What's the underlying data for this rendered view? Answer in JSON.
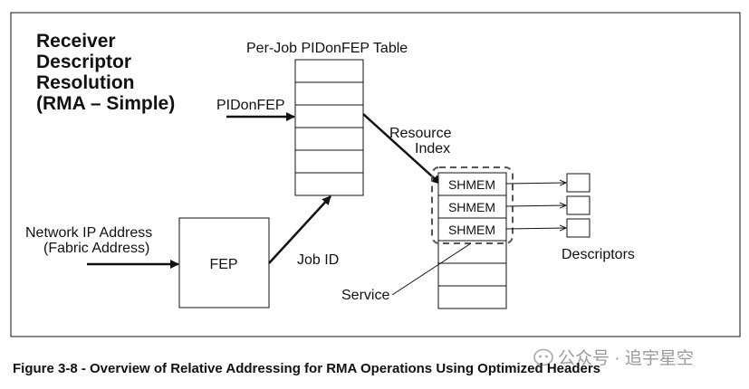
{
  "title_lines": [
    "Receiver",
    "Descriptor",
    "Resolution",
    "(RMA – Simple)"
  ],
  "table_title": "Per-Job PIDonFEP Table",
  "pidonfep_label": "PIDonFEP",
  "resource_index_lines": [
    "Resource",
    "Index"
  ],
  "network_lines": [
    "Network IP Address",
    "(Fabric Address)"
  ],
  "fep_label": "FEP",
  "job_id_label": "Job ID",
  "service_label": "Service",
  "shmem_cells": [
    "SHMEM",
    "SHMEM",
    "SHMEM"
  ],
  "descriptors_label": "Descriptors",
  "caption": "Figure 3-8 - Overview of Relative Addressing for RMA Operations Using Optimized Headers",
  "watermark": "公众号 · 追宇星空",
  "watermark_icon": "wechat-icon",
  "colors": {
    "line": "#111111",
    "dashed": "#555555",
    "watermark": "#9a9a9a"
  }
}
